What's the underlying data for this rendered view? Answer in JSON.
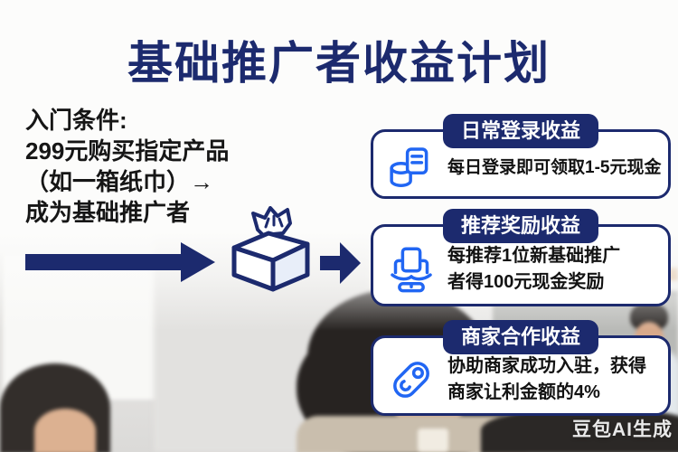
{
  "poster": {
    "title": "基础推广者收益计划",
    "watermark": "豆包AI生成"
  },
  "intro_lines": [
    "入门条件:",
    "299元购买指定产品",
    "（如一箱纸巾）→",
    "成为基础推广者"
  ],
  "flow": {
    "icons": [
      "long-right-arrow",
      "tissue-box",
      "short-right-arrow"
    ]
  },
  "cards": [
    {
      "badge": "日常登录收益",
      "icon": "cash-receipt-icon",
      "line1": "每日登录即可领取1-5元现金",
      "line2": ""
    },
    {
      "badge": "推荐奖励收益",
      "icon": "referral-seat-icon",
      "line1": "每推荐1位新基础推广",
      "line2": "者得100元现金奖励"
    },
    {
      "badge": "商家合作收益",
      "icon": "partner-link-icon",
      "line1": "协助商家成功入驻，获得",
      "line2": "商家让利金额的4%"
    }
  ],
  "colors": {
    "navy": "#1c2a6e",
    "icon_blue": "#2166f3",
    "text_dark": "#141414",
    "card_bg": "#ffffff"
  }
}
